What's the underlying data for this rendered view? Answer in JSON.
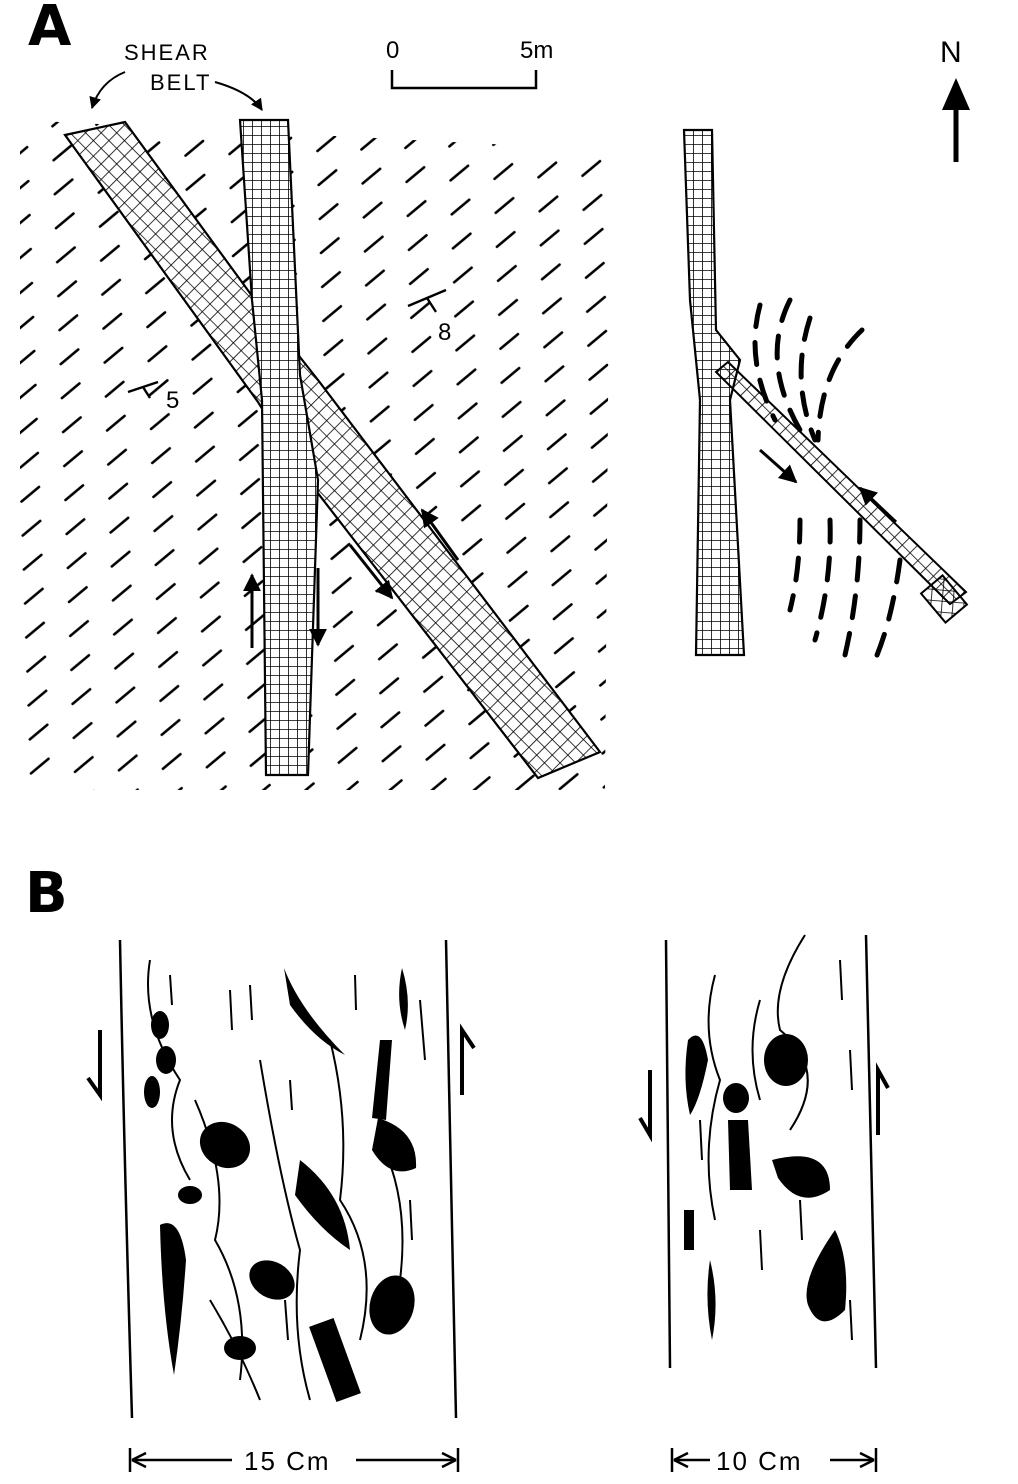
{
  "panel_a": {
    "letter": "A",
    "shear_label_line1": "SHEAR",
    "shear_label_line2": "BELT",
    "scale_start": "0",
    "scale_end": "5m",
    "north": "N",
    "dip_left": "5",
    "dip_right": "8"
  },
  "panel_b": {
    "letter": "B",
    "width_left": "15 Cm",
    "width_right": "10 Cm"
  }
}
